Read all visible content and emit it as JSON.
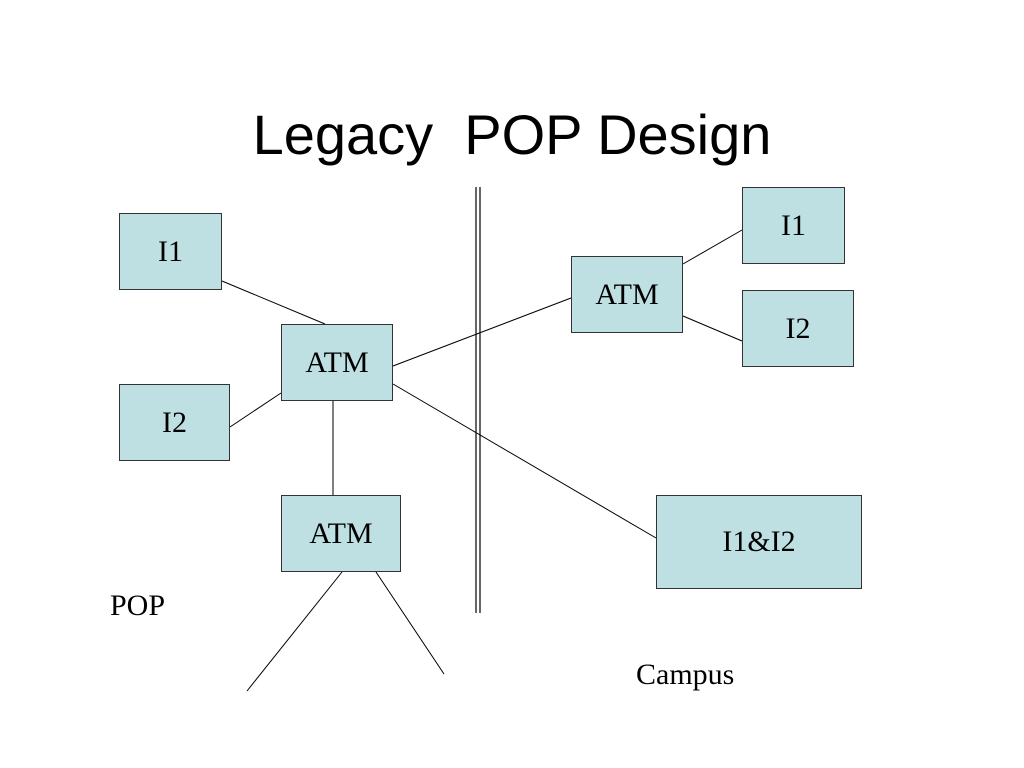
{
  "title": "Legacy  POP Design",
  "nodes": {
    "i1_left": "I1",
    "i2_left": "I2",
    "atm_mid": "ATM",
    "atm_bottom": "ATM",
    "atm_right": "ATM",
    "i1_right": "I1",
    "i2_right": "I2",
    "i1i2": "I1&I2"
  },
  "labels": {
    "pop": "POP",
    "campus": "Campus"
  },
  "colors": {
    "node_fill": "#bfe0e3",
    "node_border": "#333333",
    "line": "#000000",
    "background": "#ffffff"
  }
}
